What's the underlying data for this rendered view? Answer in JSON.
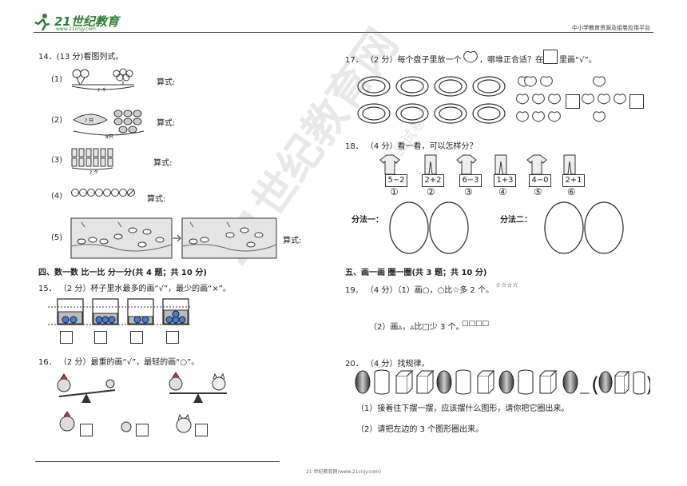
{
  "header": {
    "logo_text": "21世纪教育",
    "logo_url": "www.21cnjy.com",
    "right_text": "中小学教育资源及组卷应用平台"
  },
  "watermark": {
    "main": "21世纪教育网",
    "small": "精品试卷"
  },
  "left": {
    "q14": {
      "title": "14．(13 分)看图列式。",
      "items": [
        {
          "num": "(1)",
          "formula": "算式:"
        },
        {
          "num": "(2)",
          "formula": "算式:",
          "caption": "8只"
        },
        {
          "num": "(3)",
          "formula": "算式:"
        },
        {
          "num": "(4)",
          "formula": "算式:"
        },
        {
          "num": "(5)",
          "formula": "算式:"
        }
      ]
    },
    "section4": "四、数一数  比一比  分一分(共 4 题；共 10 分)",
    "q15": {
      "title": "15．  （2 分）杯子里水最多的画“√”，最少的画“×”。"
    },
    "q16": {
      "title": "16．  （2 分）最重的画“√”，最轻的画“○”。"
    }
  },
  "right": {
    "q17": {
      "title_a": "17．  （2 分）每个盘子里放一个",
      "title_b": "，哪堆正合适？在",
      "title_c": "里画“√”。"
    },
    "q18": {
      "title": "18．  （4 分）看一看，可以怎样分？",
      "cards": [
        {
          "expr": "5−2",
          "num": "①"
        },
        {
          "expr": "2+2",
          "num": "②"
        },
        {
          "expr": "6−3",
          "num": "③"
        },
        {
          "expr": "1+3",
          "num": "④"
        },
        {
          "expr": "4−0",
          "num": "⑤"
        },
        {
          "expr": "2+1",
          "num": "⑥"
        }
      ],
      "method1": "分法一：",
      "method2": "分法二："
    },
    "section5": "五、画一画  圈一圈(共 3 题；共 10 分)",
    "q19": {
      "line1": "19．  （4 分）（1）画○，○比☆多 2 个。",
      "stars": "☆☆☆☆",
      "line2": "（2）画▵，▵比□少 3 个。",
      "squares": "□□□□"
    },
    "q20": {
      "title": "20．  （4 分）找规律。",
      "sub1": "（1）接着往下摆一摆，应该摆什么图形，请你把它圈出来。",
      "sub2": "（2）请把左边的 3 个图形圈出来。"
    }
  },
  "footer": {
    "text": "21 世纪教育网(www.21cnjy.com)"
  }
}
